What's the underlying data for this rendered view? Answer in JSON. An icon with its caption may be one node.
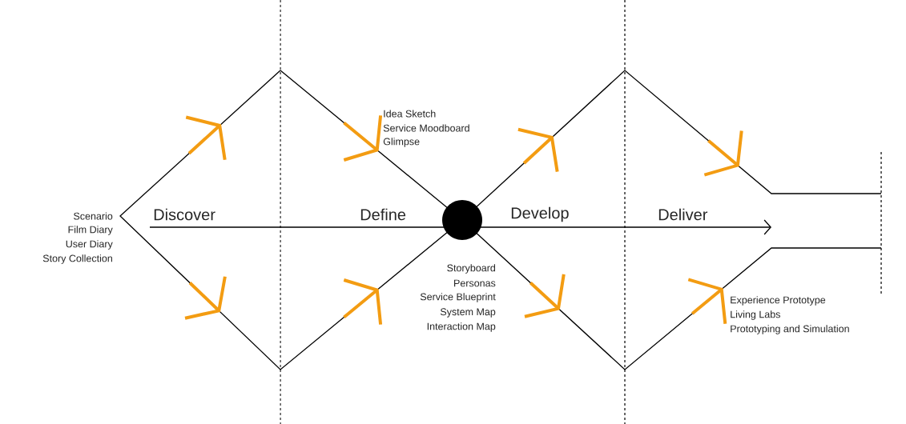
{
  "diagram": {
    "nodes": [
      {
        "text": [],
        "shape": "circle"
      }
    ],
    "labels": [
      "Scenario",
      "Film Diary",
      "User Diary",
      "Story Collection",
      "Discover",
      "Define",
      "Develop",
      "Deliver",
      "Idea Sketch",
      "Service Moodboard",
      "Glimpse",
      "Storyboard",
      "Personas",
      "Service Blueprint",
      "System Map",
      "Interaction Map",
      "Experience Prototype",
      "Living Labs",
      "Prototyping and Simulation"
    ]
  }
}
